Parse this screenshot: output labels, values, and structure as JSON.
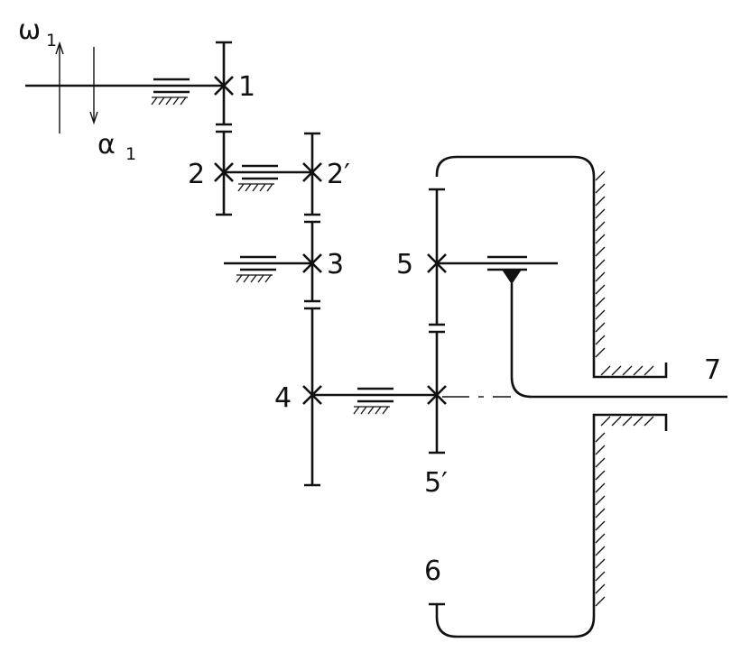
{
  "labels": {
    "g1": "1",
    "g2": "2",
    "g2p": "2′",
    "g3": "3",
    "g4": "4",
    "g5": "5",
    "g5p": "5′",
    "g6": "6",
    "g7": "7"
  },
  "input": {
    "omega_symbol": "ω",
    "omega_sub": "1",
    "alpha_symbol": "α",
    "alpha_sub": "1"
  }
}
